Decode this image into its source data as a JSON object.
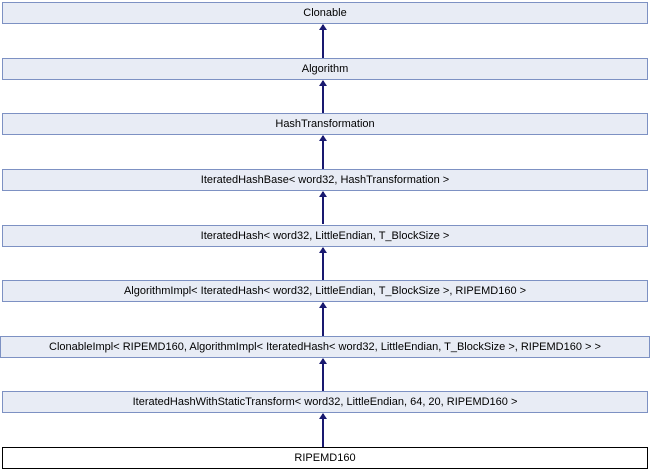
{
  "diagram": {
    "type": "class-inheritance-diagram",
    "colors": {
      "background": "#ffffff",
      "node_fill": "#e8ecf5",
      "node_border": "#7d91c3",
      "current_node_fill": "#ffffff",
      "current_node_border": "#000000",
      "arrow": "#191970",
      "text": "#000000"
    },
    "arrow_icon": "solid-up-triangle",
    "nodes": [
      {
        "label": "Clonable",
        "role": "ancestor"
      },
      {
        "label": "Algorithm",
        "role": "ancestor"
      },
      {
        "label": "HashTransformation",
        "role": "ancestor"
      },
      {
        "label": "IteratedHashBase< word32, HashTransformation >",
        "role": "ancestor"
      },
      {
        "label": "IteratedHash< word32, LittleEndian, T_BlockSize >",
        "role": "ancestor"
      },
      {
        "label": "AlgorithmImpl< IteratedHash< word32, LittleEndian, T_BlockSize >, RIPEMD160 >",
        "role": "ancestor"
      },
      {
        "label": "ClonableImpl< RIPEMD160, AlgorithmImpl< IteratedHash< word32, LittleEndian, T_BlockSize >, RIPEMD160 > >",
        "role": "ancestor"
      },
      {
        "label": "IteratedHashWithStaticTransform< word32, LittleEndian, 64, 20, RIPEMD160 >",
        "role": "ancestor"
      },
      {
        "label": "RIPEMD160",
        "role": "current"
      }
    ]
  }
}
